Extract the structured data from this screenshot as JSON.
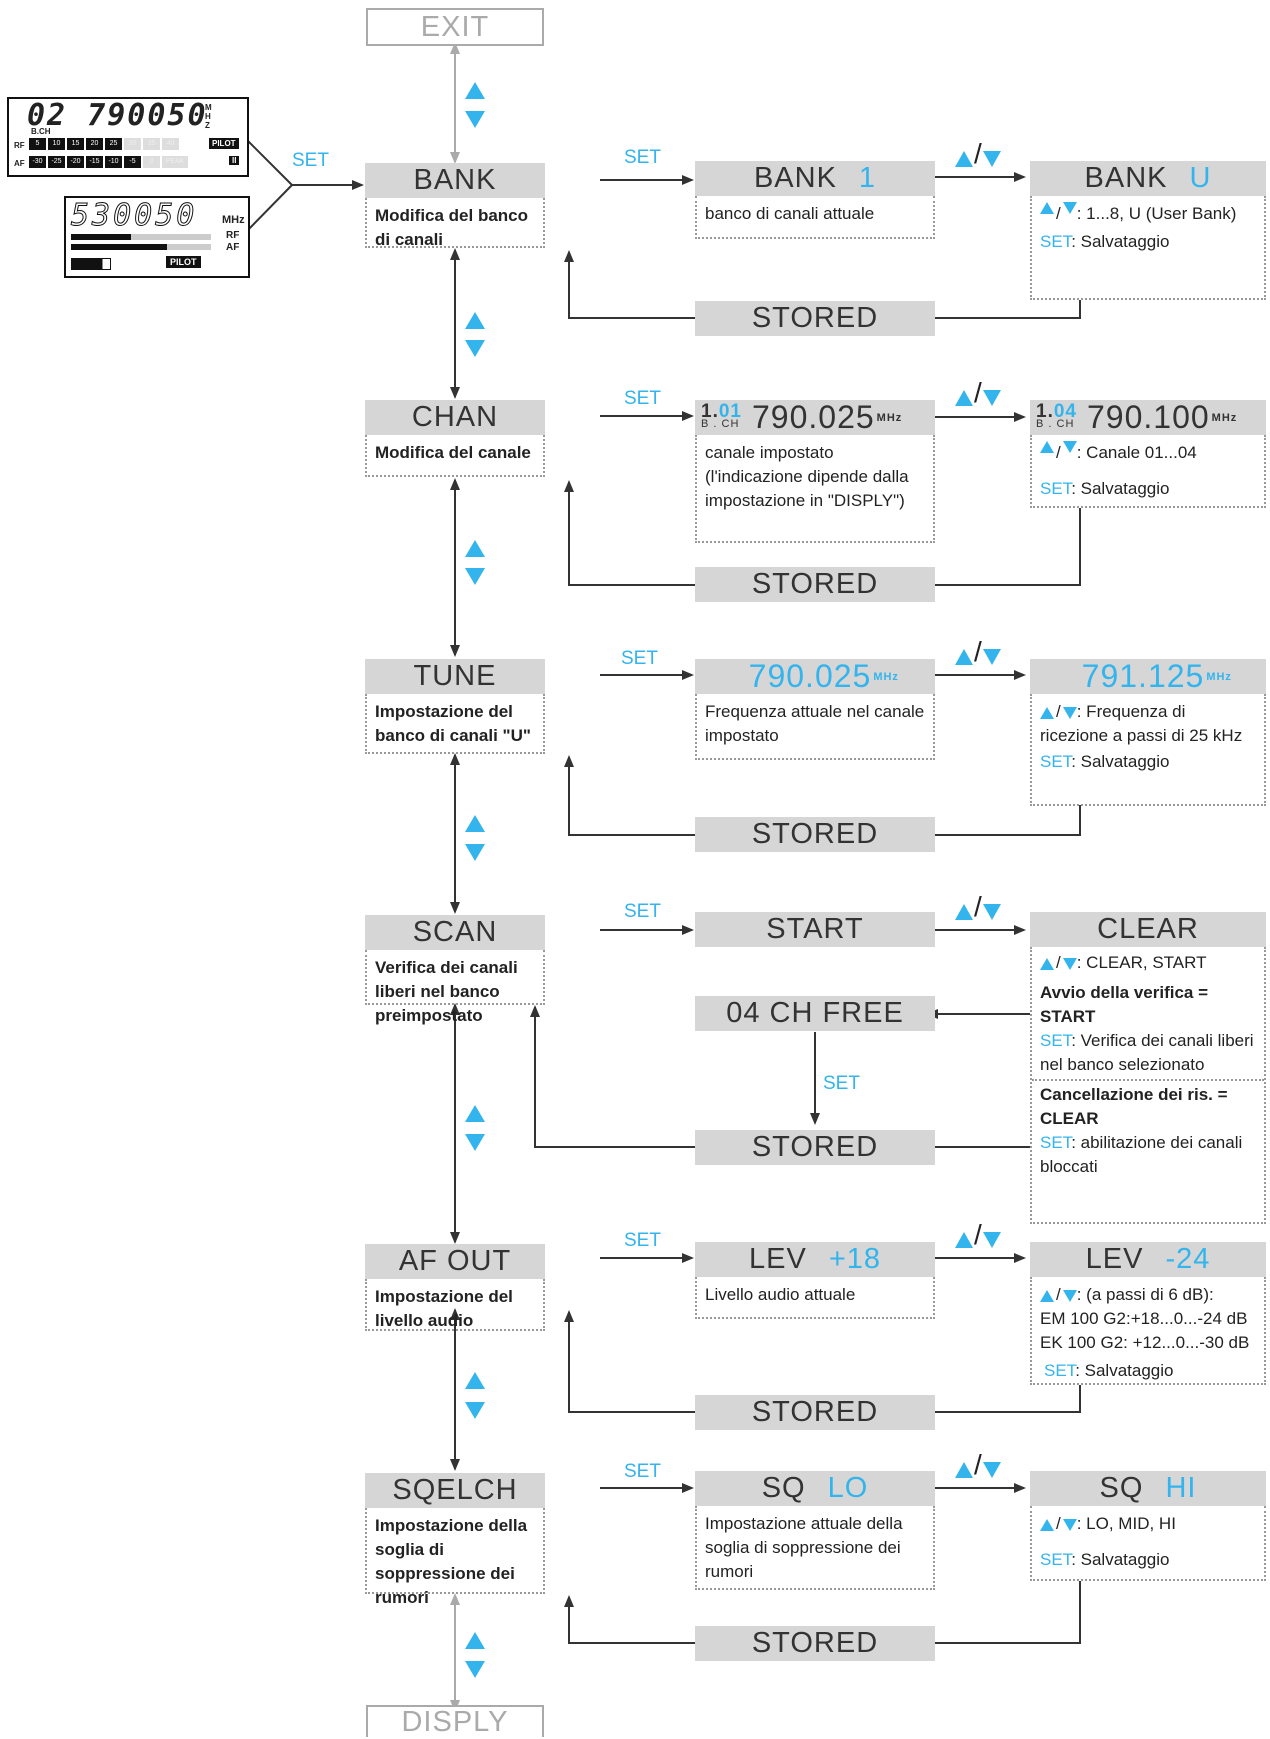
{
  "exit_label": "EXIT",
  "display_label": "DISPLY",
  "set": "SET",
  "stored": "STORED",
  "save_line": "Salvataggio",
  "updown_slash": "/",
  "lcd1": {
    "digits": "02 790050",
    "bch": "B.CH",
    "mhz": "MHZ",
    "rf": "RF",
    "af": "AF",
    "rf_scale": [
      "5",
      "10",
      "15",
      "20",
      "25",
      "30",
      "35",
      "40"
    ],
    "af_scale": [
      "-30",
      "-25",
      "-20",
      "-15",
      "-10",
      "-5",
      "0",
      "PEAK"
    ],
    "pilot": "PILOT",
    "ii": "II"
  },
  "lcd2": {
    "digits": "530050",
    "mhz": "MHz",
    "rf": "RF",
    "af": "AF",
    "pilot": "PILOT"
  },
  "rows": [
    {
      "menu": "BANK",
      "menu_desc": "Modifica del banco di canali",
      "cur_title": "BANK",
      "cur_value": "1",
      "cur_desc": "banco di canali attuale",
      "new_title": "BANK",
      "new_value": "U",
      "new_line1": ": 1...8, U (User Bank)"
    },
    {
      "menu": "CHAN",
      "menu_desc": "Modifica del canale",
      "cur_prefix": "1.",
      "cur_ch": "01",
      "cur_bch": "B . CH",
      "cur_freq": "790.025",
      "cur_mhz": "MHz",
      "cur_desc": "canale impostato (l'indicazione dipende dalla impostazione in \"DISPLY\")",
      "new_prefix": "1.",
      "new_ch": "04",
      "new_bch": "B . CH",
      "new_freq": "790.100",
      "new_mhz": "MHz",
      "new_line1": ": Canale  01...04"
    },
    {
      "menu": "TUNE",
      "menu_desc": "Impostazione del banco di canali \"U\"",
      "cur_freq": "790.025",
      "cur_mhz": "MHz",
      "cur_desc": "Frequenza attuale nel canale impostato",
      "new_freq": "791.125",
      "new_mhz": "MHz",
      "new_line1": ": Frequenza di ricezione a passi di 25 kHz"
    },
    {
      "menu": "SCAN",
      "menu_desc": "Verifica dei canali liberi nel banco preimpostato",
      "cur_title": "START",
      "new_title": "CLEAR",
      "free": "04 CH FREE",
      "new_line1": ": CLEAR, START",
      "start_head": "Avvio della verifica = START",
      "start_text": ": Verifica dei canali liberi nel banco selezionato",
      "clear_head": "Cancellazione dei ris. = CLEAR",
      "clear_text": ": abilitazione dei canali bloccati"
    },
    {
      "menu": "AF OUT",
      "menu_desc": "Impostazione del livello audio",
      "cur_title": "LEV",
      "cur_value": "+18",
      "cur_desc": "Livello audio attuale",
      "new_title": "LEV",
      "new_value": "-24",
      "new_line1": ": (a passi di 6 dB):",
      "new_line2": "EM 100 G2:+18...0...-24 dB",
      "new_line3": "EK 100 G2: +12...0...-30 dB"
    },
    {
      "menu": "SQELCH",
      "menu_desc": "Impostazione della soglia di soppressione dei rumori",
      "cur_title": "SQ",
      "cur_value": "LO",
      "cur_desc": "Impostazione attuale della soglia di soppressione dei rumori",
      "new_title": "SQ",
      "new_value": "HI",
      "new_line1": ":  LO, MID, HI"
    }
  ]
}
